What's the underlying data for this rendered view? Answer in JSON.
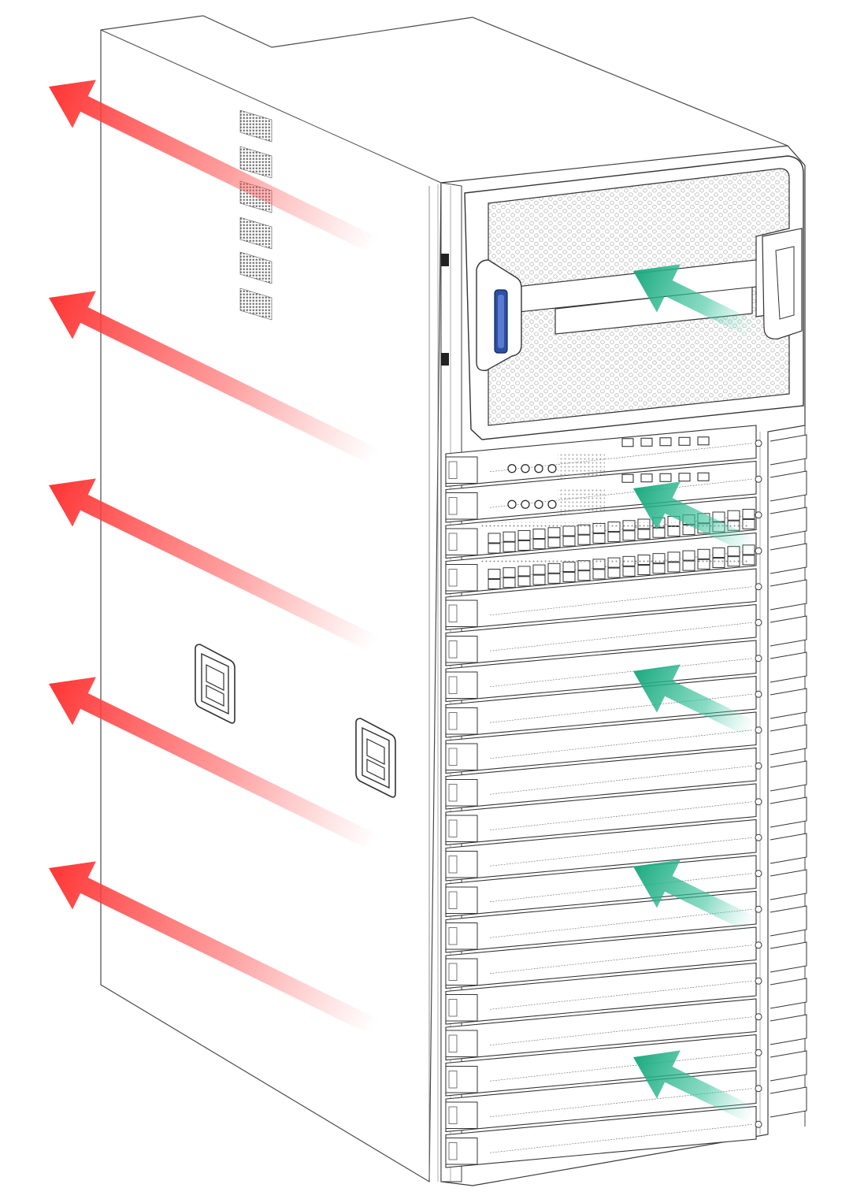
{
  "diagram": {
    "subject": "chassis-airflow",
    "colors": {
      "exhaust": "#ff3b3b",
      "intake": "#22b08a",
      "line": "#333333",
      "panel": "#ffffff",
      "handle": "#2a4fa3",
      "mesh": "#9a9a9a"
    },
    "exhaust_arrows": {
      "count": 5,
      "direction": "left",
      "side": "rear-side-panel"
    },
    "intake_arrows": {
      "count": 5,
      "direction": "into-front",
      "side": "front-panel"
    },
    "fan_tray": {
      "count": 2
    },
    "card_slots": {
      "count": 20
    }
  }
}
